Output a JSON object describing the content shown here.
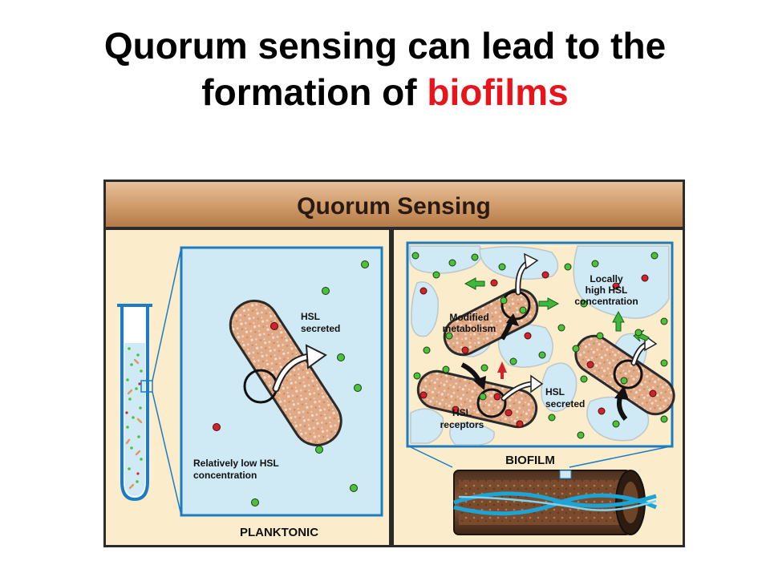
{
  "title": {
    "line1": "Quorum sensing can lead to the",
    "line2_prefix": "formation of ",
    "line2_highlight": "biofilms"
  },
  "figure": {
    "header": "Quorum Sensing",
    "planktonic": {
      "panel_label": "PLANKTONIC",
      "hsl_secreted": [
        "HSL",
        "secreted"
      ],
      "low_concentration": [
        "Relatively low HSL",
        "concentration"
      ]
    },
    "biofilm": {
      "panel_label": "BIOFILM",
      "locally_high": [
        "Locally",
        "high HSL",
        "concentration"
      ],
      "modified_metabolism": [
        "Modified",
        "metabolism"
      ],
      "hsl_secreted": [
        "HSL",
        "secreted"
      ],
      "hsl_receptors": [
        "HSL",
        "receptors"
      ]
    }
  },
  "colors": {
    "title_highlight": "#e8141b",
    "header_band": "#d49e6e",
    "panel_bg": "#fbeccc",
    "fluid": "#cfeaf4",
    "bacterium": "#e0aa86",
    "hsl_green": "#4cc23a",
    "hsl_red": "#d3232a",
    "arrow_green": "#3cb83c"
  }
}
